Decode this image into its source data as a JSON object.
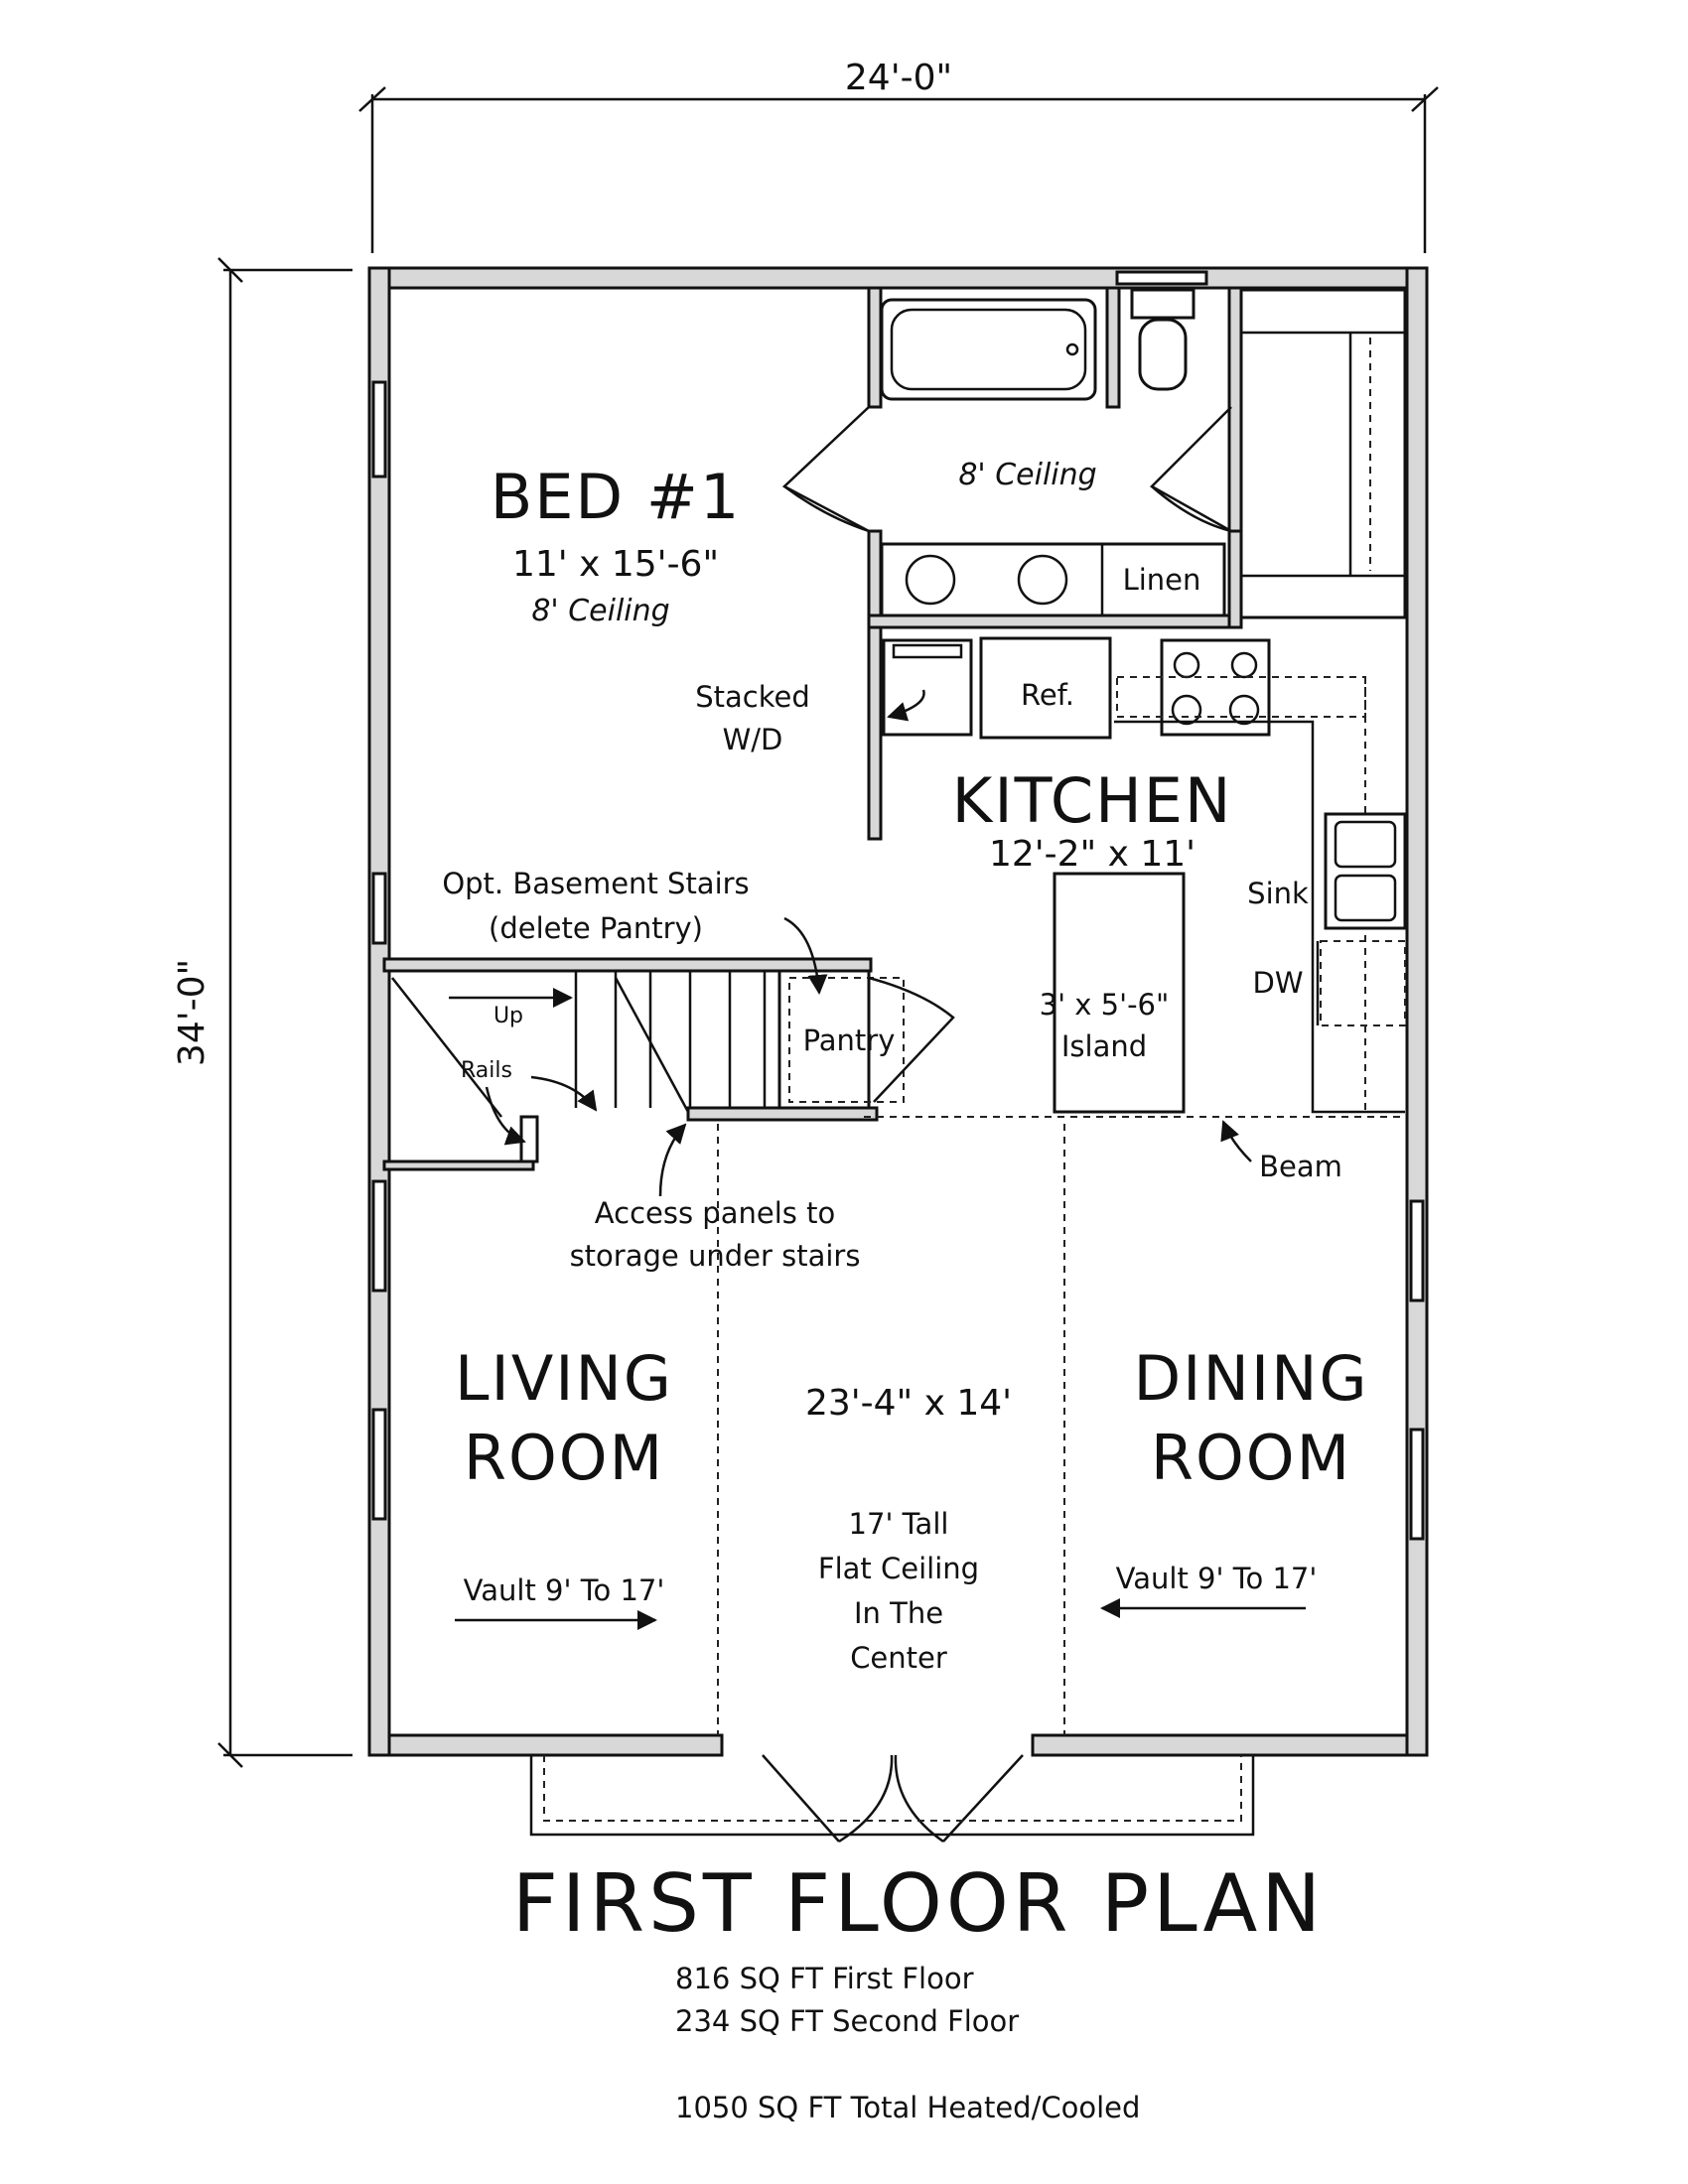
{
  "dimensions": {
    "width": "24'-0\"",
    "depth": "34'-0\""
  },
  "rooms": {
    "bed1": {
      "name": "BED #1",
      "size": "11' x 15'-6\"",
      "ceiling": "8' Ceiling"
    },
    "bath": {
      "ceiling": "8' Ceiling",
      "linen": "Linen"
    },
    "kitchen": {
      "name": "KITCHEN",
      "size": "12'-2\" x 11'"
    },
    "living": {
      "name_line1": "LIVING",
      "name_line2": "ROOM",
      "vault": "Vault 9' To 17'"
    },
    "dining": {
      "name_line1": "DINING",
      "name_line2": "ROOM",
      "vault": "Vault 9' To 17'"
    },
    "center": {
      "size": "23'-4\" x 14'",
      "ceiling_lines": [
        "17' Tall",
        "Flat Ceiling",
        "In The",
        "Center"
      ]
    }
  },
  "labels": {
    "stacked_line1": "Stacked",
    "stacked_line2": "W/D",
    "ref": "Ref.",
    "sink": "Sink",
    "dw": "DW",
    "island_line1": "3' x 5'-6\"",
    "island_line2": "Island",
    "basement_line1": "Opt. Basement Stairs",
    "basement_line2": "(delete Pantry)",
    "pantry": "Pantry",
    "up": "Up",
    "rails": "Rails",
    "beam": "Beam",
    "access_line1": "Access panels to",
    "access_line2": "storage under stairs"
  },
  "footer": {
    "title": "FIRST FLOOR PLAN",
    "first_floor": "816 SQ FT First Floor",
    "second_floor": "234 SQ FT Second Floor",
    "total": "1050 SQ FT Total Heated/Cooled"
  }
}
